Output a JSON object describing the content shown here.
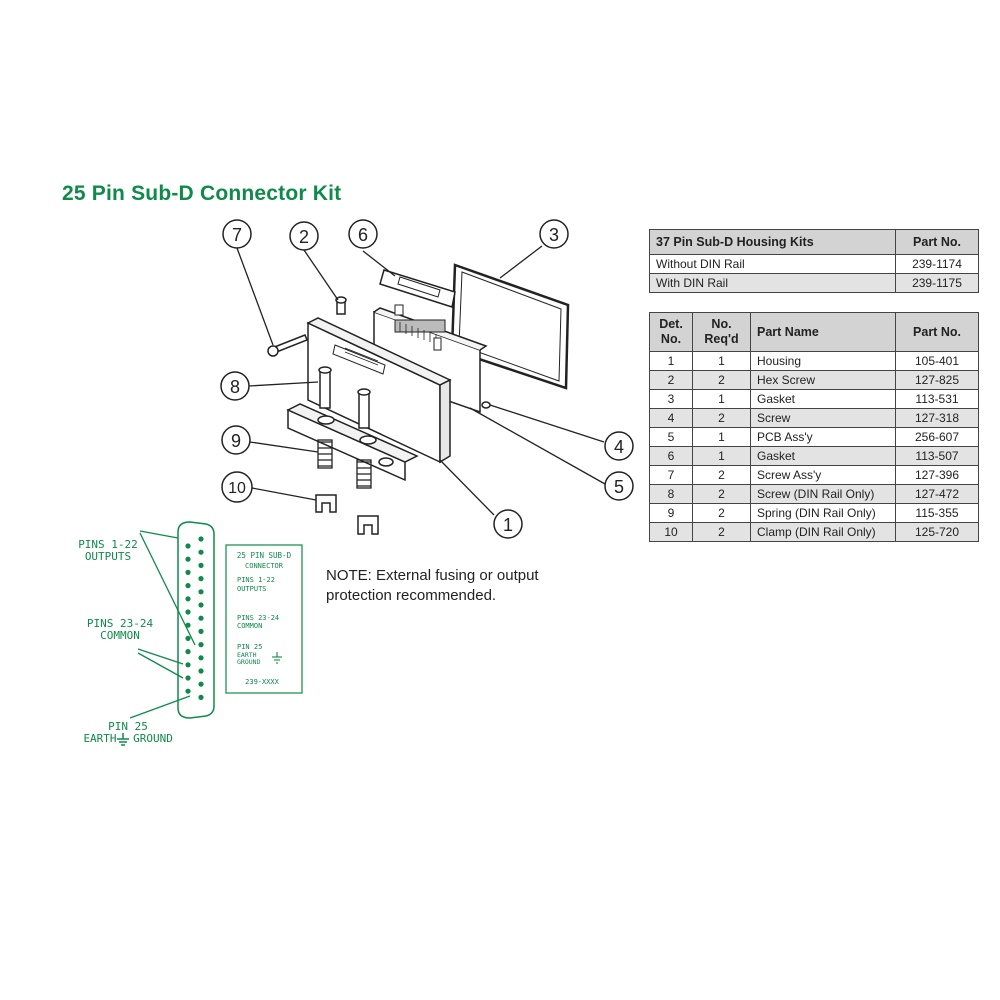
{
  "title": "25 Pin Sub-D Connector Kit",
  "callouts": [
    "1",
    "2",
    "3",
    "4",
    "5",
    "6",
    "7",
    "8",
    "9",
    "10"
  ],
  "kits_table": {
    "headers": [
      "37 Pin Sub-D Housing Kits",
      "Part No."
    ],
    "rows": [
      {
        "desc": "Without DIN Rail",
        "part": "239-1174"
      },
      {
        "desc": "With DIN Rail",
        "part": "239-1175"
      }
    ]
  },
  "parts_table": {
    "headers": {
      "det1": "Det.",
      "det2": "No.",
      "req1": "No.",
      "req2": "Req'd",
      "name": "Part Name",
      "part": "Part No."
    },
    "rows": [
      {
        "det": "1",
        "req": "1",
        "name": "Housing",
        "part": "105-401"
      },
      {
        "det": "2",
        "req": "2",
        "name": "Hex Screw",
        "part": "127-825"
      },
      {
        "det": "3",
        "req": "1",
        "name": "Gasket",
        "part": "113-531"
      },
      {
        "det": "4",
        "req": "2",
        "name": "Screw",
        "part": "127-318"
      },
      {
        "det": "5",
        "req": "1",
        "name": "PCB Ass'y",
        "part": "256-607"
      },
      {
        "det": "6",
        "req": "1",
        "name": "Gasket",
        "part": "113-507"
      },
      {
        "det": "7",
        "req": "2",
        "name": "Screw Ass'y",
        "part": "127-396"
      },
      {
        "det": "8",
        "req": "2",
        "name": "Screw (DIN Rail Only)",
        "part": "127-472"
      },
      {
        "det": "9",
        "req": "2",
        "name": "Spring (DIN Rail Only)",
        "part": "115-355"
      },
      {
        "det": "10",
        "req": "2",
        "name": "Clamp (DIN Rail Only)",
        "part": "125-720"
      }
    ]
  },
  "note": "NOTE: External fusing or output protection recommended.",
  "pinout": {
    "outputs_1": "PINS 1-22",
    "outputs_2": "OUTPUTS",
    "common_1": "PINS 23-24",
    "common_2": "COMMON",
    "earth_1": "PIN 25",
    "earth_2": "EARTH",
    "earth_3": "GROUND"
  },
  "label_card": {
    "title_1": "25 PIN SUB-D",
    "title_2": "CONNECTOR",
    "outputs_1": "PINS 1-22",
    "outputs_2": "OUTPUTS",
    "common_1": "PINS 23-24",
    "common_2": "COMMON",
    "earth_1": "PIN 25",
    "earth_2": "EARTH",
    "earth_3": "GROUND",
    "part": "239-XXXX"
  },
  "colors": {
    "accent": "#0f8a4a",
    "header_bg": "#d3d3d3",
    "alt_row": "#e3e3e3"
  }
}
